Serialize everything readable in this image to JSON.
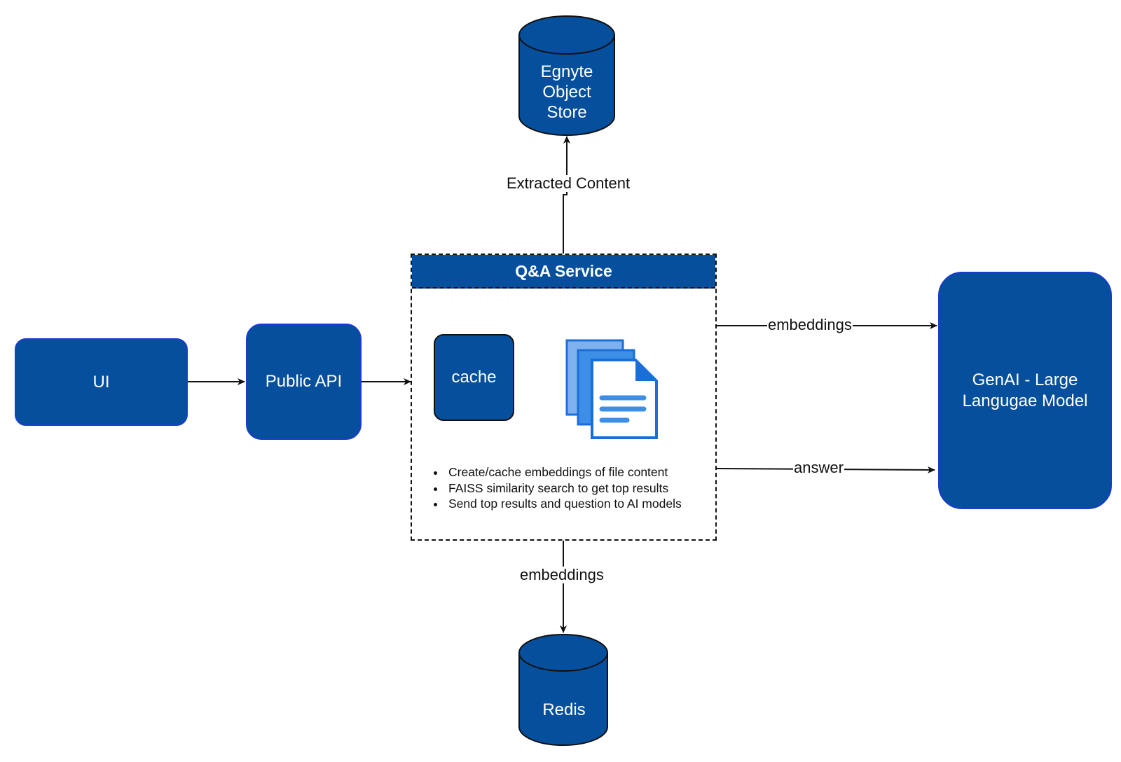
{
  "nodes": {
    "ui": "UI",
    "public_api": "Public API",
    "qa_service": {
      "title": "Q&A Service",
      "cache": "cache",
      "bullets": [
        "Create/cache embeddings of file content",
        "FAISS similarity search to get top results",
        "Send top results and question to AI models"
      ]
    },
    "genai": "GenAI - Large Langugae Model",
    "object_store": {
      "line1": "Egnyte",
      "line2": "Object",
      "line3": "Store"
    },
    "redis": "Redis"
  },
  "edges": {
    "to_object_store": "Extracted Content",
    "to_redis": "embeddings",
    "to_genai_embeddings": "embeddings",
    "from_genai_answer": "answer"
  },
  "colors": {
    "node_fill": "#054f9c",
    "node_border": "#1a3ccf",
    "doc_icon_light": "#7fb1ef",
    "doc_icon_mid": "#3d8ee6",
    "doc_icon_dark": "#1a6fd6",
    "line": "#111111"
  },
  "icons": {
    "documents": "documents-icon"
  }
}
